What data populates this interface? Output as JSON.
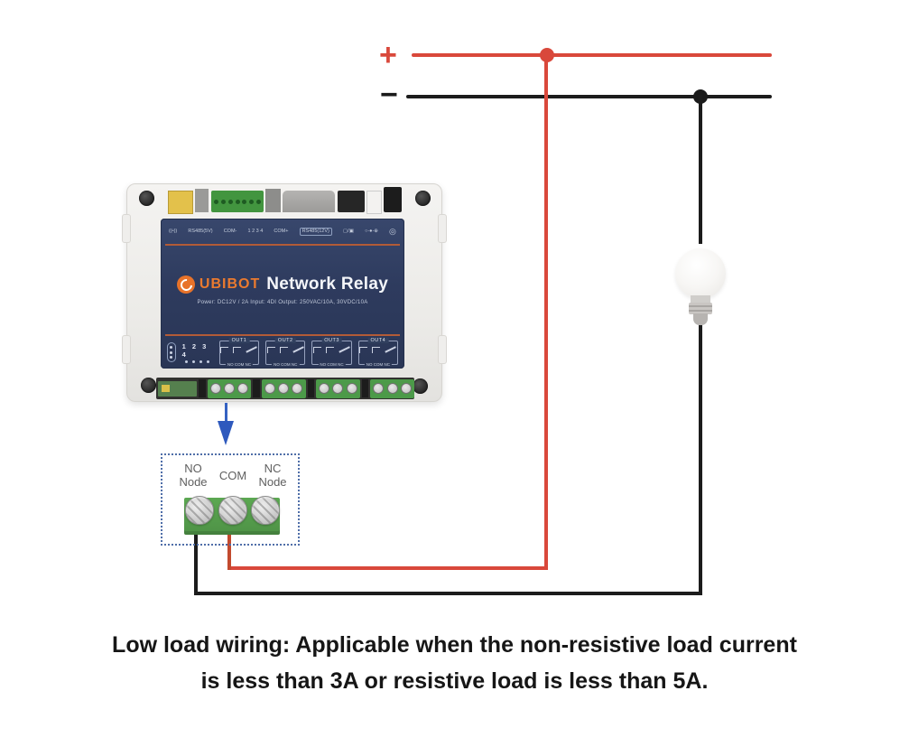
{
  "rails": {
    "positive_label": "+",
    "negative_label": "−"
  },
  "device": {
    "brand": "UBIBOT",
    "product_name": "Network Relay",
    "spec_line": "Power: DC12V / 2A   Input: 4DI   Output: 250VAC/10A, 30VDC/10A",
    "top_row": {
      "rs485_5v": "RS485(5V)",
      "com_minus": "COM-",
      "digits": "1 2 3 4",
      "com_plus": "COM+",
      "rs485_12v": "RS485(12V)"
    },
    "icons": {
      "antenna": "((•))",
      "sim": "▢/▣",
      "polarity": "○-●-⊕",
      "reset": "◎"
    },
    "channel_indicator": "1 2 3 4",
    "outputs": [
      {
        "label": "OUT1",
        "pins": "NO COM NC"
      },
      {
        "label": "OUT2",
        "pins": "NO COM NC"
      },
      {
        "label": "OUT3",
        "pins": "NO COM NC"
      },
      {
        "label": "OUT4",
        "pins": "NO COM NC"
      }
    ]
  },
  "terminal_box": {
    "no_line1": "NO",
    "no_line2": "Node",
    "com": "COM",
    "nc_line1": "NC",
    "nc_line2": "Node"
  },
  "caption": {
    "line1": "Low load wiring: Applicable when the non-resistive load current",
    "line2": "is less than 3A or resistive load is less than 5A."
  },
  "colors": {
    "wire_positive": "#d9483b",
    "wire_negative": "#1c1c1c",
    "panel_navy": "#2f3d60",
    "accent_orange": "#e8732a",
    "terminal_green": "#4c9a49",
    "arrow_blue": "#3562c2"
  }
}
